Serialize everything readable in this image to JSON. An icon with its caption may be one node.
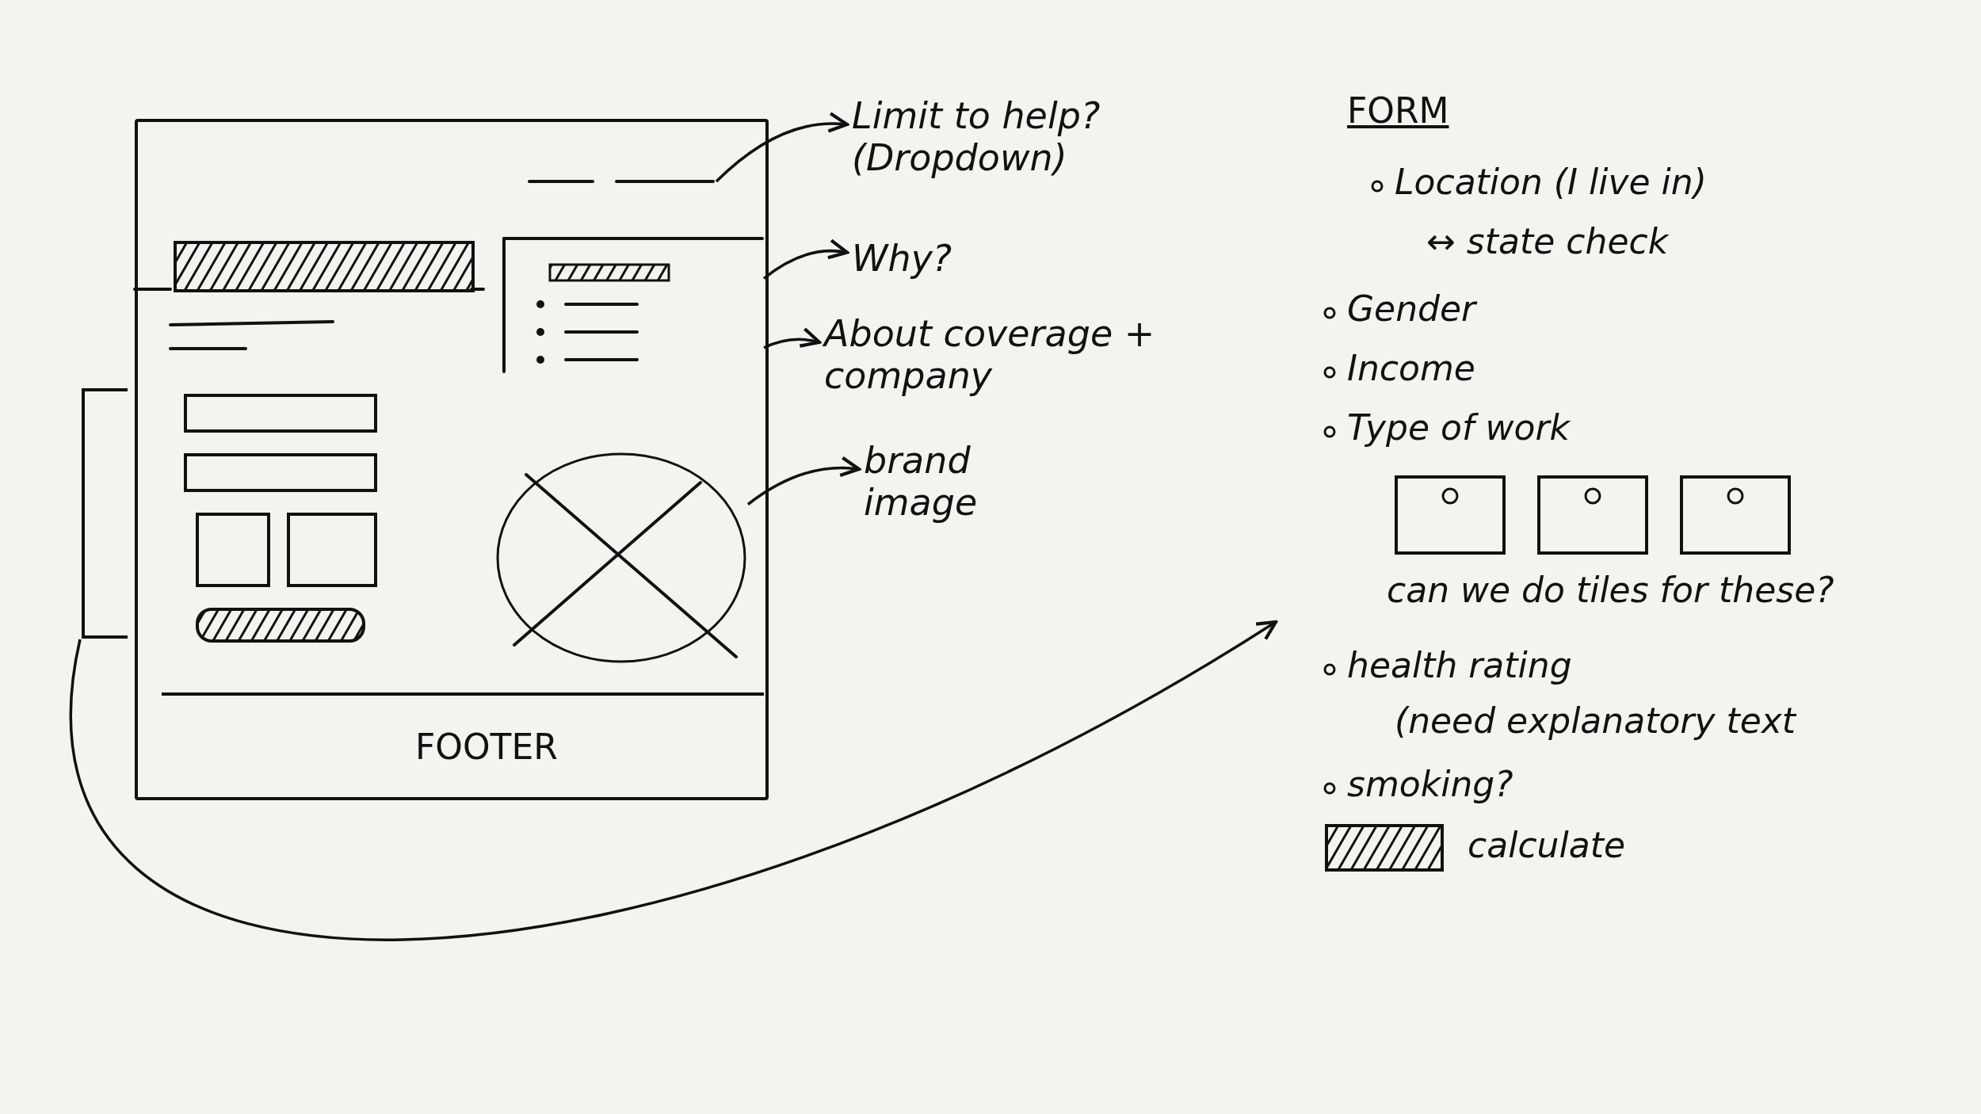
{
  "diagram": {
    "nodes": [
      {
        "text": [],
        "shape": "box"
      },
      {
        "text": [],
        "shape": "bar",
        "in": 0
      },
      {
        "text": [],
        "shape": "box",
        "in": 0
      },
      {
        "text": [],
        "shape": "circle",
        "in": 0
      },
      {
        "text": [
          "FOOTER"
        ],
        "in": 0
      },
      {
        "text": [],
        "shape": "box",
        "in": 0
      },
      {
        "text": [
          "Limit to help? (Dropdown)"
        ]
      },
      {
        "text": [
          "Why?"
        ]
      },
      {
        "text": [
          "About coverage + company"
        ]
      },
      {
        "text": [
          "brand image"
        ]
      },
      {
        "text": [
          "FORM",
          "Location (I live in)",
          "↔ state check",
          "Gender",
          "Income",
          "Type of work",
          "can we do tiles for these?",
          "health rating",
          "(need explanatory text",
          "smoking?"
        ]
      },
      {
        "text": [],
        "shape": "box",
        "in": 10
      },
      {
        "text": [],
        "shape": "box",
        "in": 10
      },
      {
        "text": [],
        "shape": "box",
        "in": 10
      },
      {
        "text": [],
        "shape": "bar",
        "beside": [
          "calculate"
        ]
      },
      {
        "text": [],
        "shape": "bar",
        "in": 0
      }
    ],
    "edges": [
      {
        "from": 1,
        "to": 6,
        "arrow": "to"
      },
      {
        "from": 2,
        "to": 7,
        "arrow": "to"
      },
      {
        "from": 2,
        "to": 8,
        "arrow": "to"
      },
      {
        "from": 3,
        "to": 9,
        "arrow": "to"
      },
      {
        "from": 5,
        "to": 10,
        "arrow": "to"
      }
    ]
  }
}
